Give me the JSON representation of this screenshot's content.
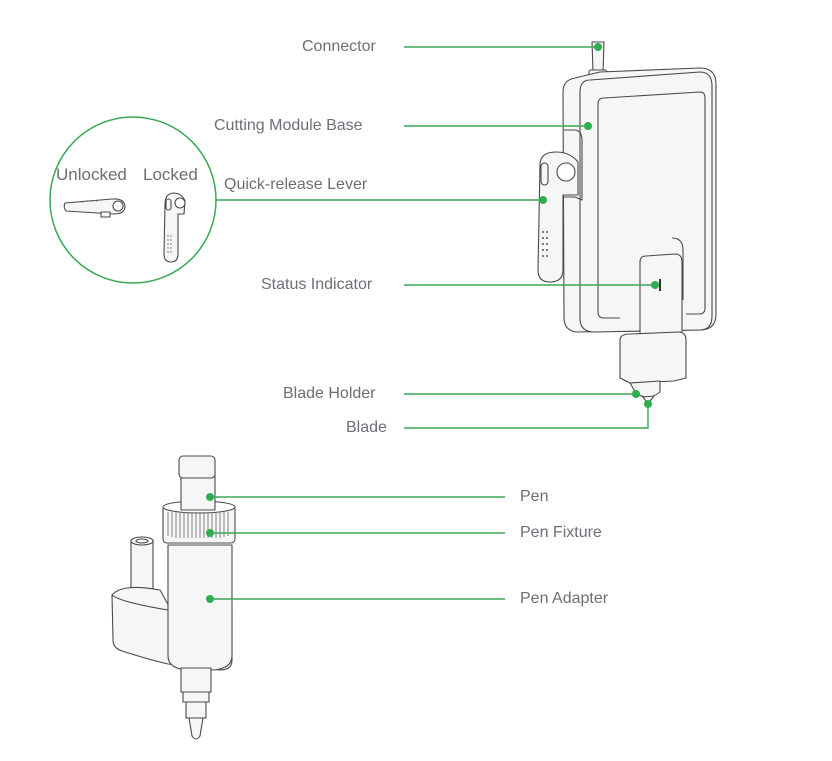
{
  "diagram": {
    "accent_color": "#2fae4f",
    "text_color": "#6e6e78",
    "cutting_module": {
      "labels": [
        {
          "id": "connector",
          "text": "Connector"
        },
        {
          "id": "cutting-module-base",
          "text": "Cutting Module Base"
        },
        {
          "id": "quick-release-lever",
          "text": "Quick-release Lever"
        },
        {
          "id": "status-indicator",
          "text": "Status Indicator"
        },
        {
          "id": "blade-holder",
          "text": "Blade Holder"
        },
        {
          "id": "blade",
          "text": "Blade"
        }
      ]
    },
    "lever_inset": {
      "unlocked_label": "Unlocked",
      "locked_label": "Locked"
    },
    "pen_module": {
      "labels": [
        {
          "id": "pen",
          "text": "Pen"
        },
        {
          "id": "pen-fixture",
          "text": "Pen Fixture"
        },
        {
          "id": "pen-adapter",
          "text": "Pen Adapter"
        }
      ]
    }
  }
}
